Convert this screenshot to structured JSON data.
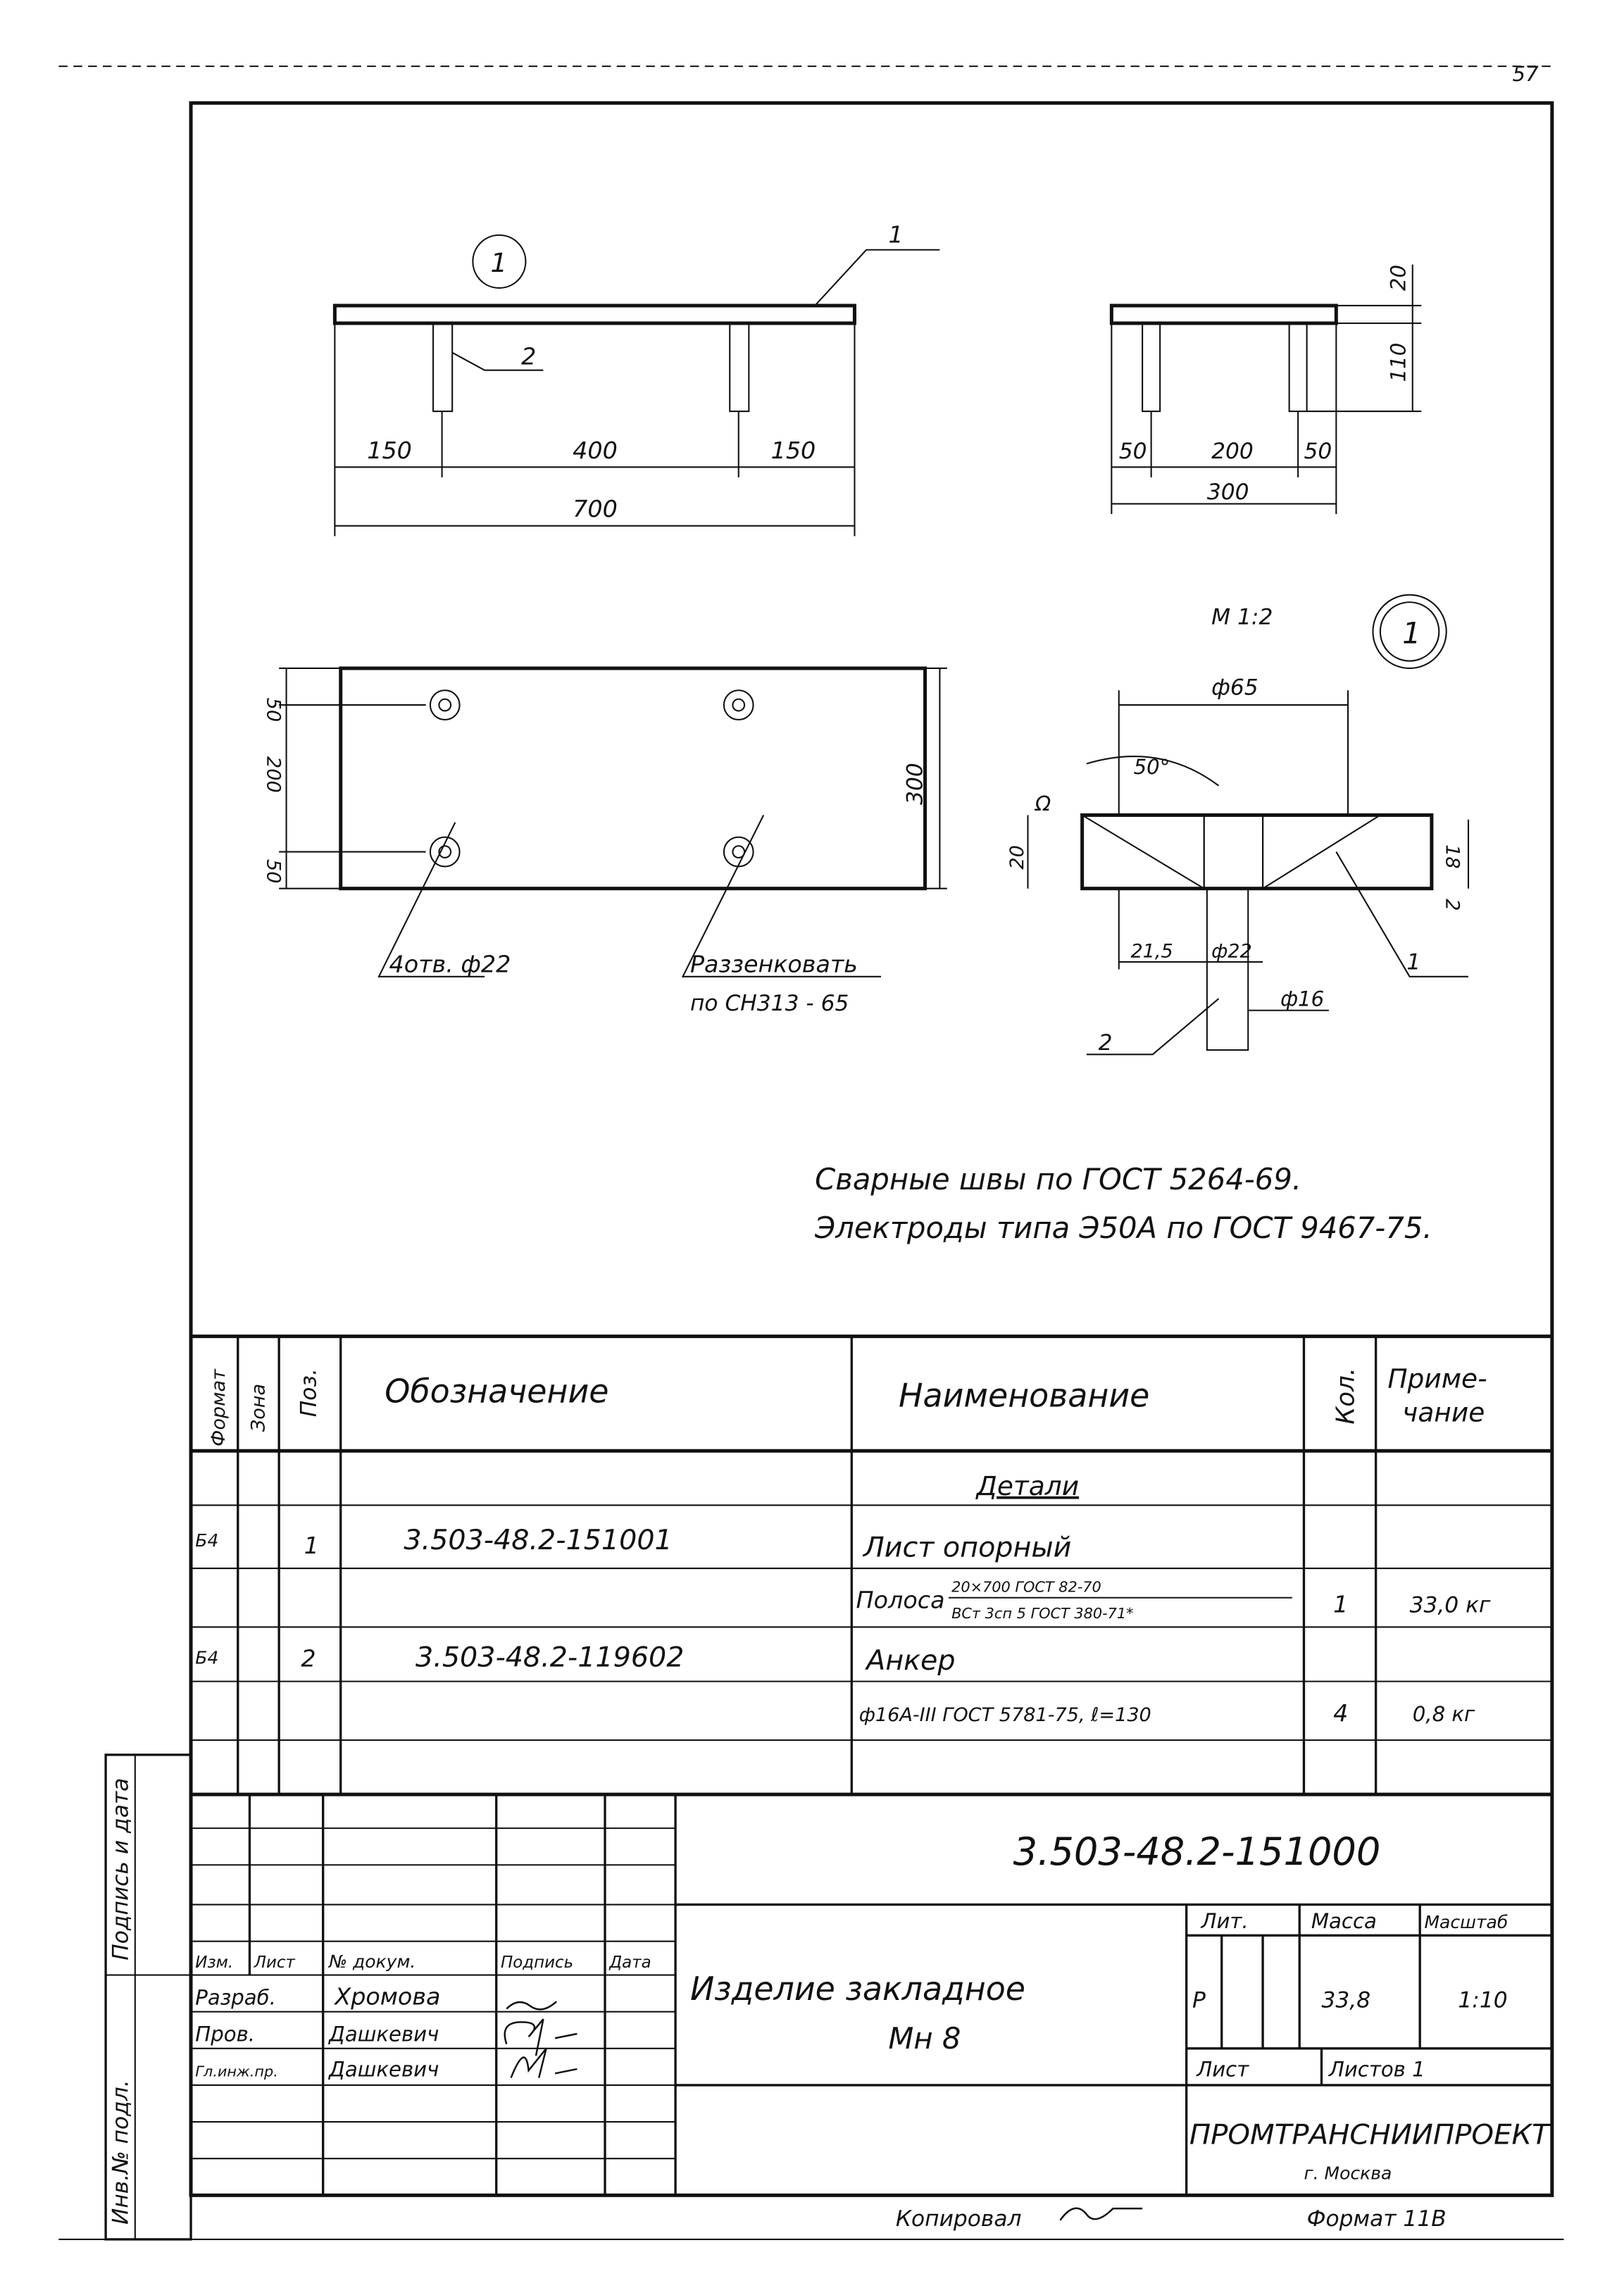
{
  "page_number": "57",
  "drawings": {
    "front_view": {
      "callout": "1",
      "leader_1": "1",
      "leader_2": "2",
      "dims": [
        "150",
        "400",
        "150",
        "700"
      ]
    },
    "side_view": {
      "dims": [
        "50",
        "200",
        "50",
        "300"
      ],
      "vertical_dims": [
        "20",
        "110"
      ]
    },
    "plan_view": {
      "dims_left": [
        "50",
        "200",
        "50"
      ],
      "dim_right": "300",
      "holes_note": "4отв. ф22",
      "countersink_note_1": "Раззенковать",
      "countersink_note_2": "по СН313 - 65"
    },
    "detail": {
      "scale": "М 1:2",
      "callout": "1",
      "d65": "ф65",
      "angle": "50°",
      "gap": "Ω",
      "h20": "20",
      "h18": "18",
      "h2": "2",
      "w21_5": "21,5",
      "d22": "ф22",
      "d16": "ф16",
      "leader_1": "1",
      "leader_2": "2"
    }
  },
  "notes": [
    "Сварные швы по ГОСТ 5264-69.",
    "Электроды типа Э50А по ГОСТ 9467-75."
  ],
  "spec_table": {
    "headers": {
      "format": "Формат",
      "zone": "Зона",
      "pos": "Поз.",
      "designation": "Обозначение",
      "name": "Наименование",
      "qty": "Кол.",
      "note_1": "Приме-",
      "note_2": "чание"
    },
    "section": "Детали",
    "rows": [
      {
        "format": "Б4",
        "pos": "1",
        "designation": "3.503-48.2-151001",
        "name": "Лист опорный",
        "qty": "",
        "note": ""
      },
      {
        "format": "",
        "pos": "",
        "designation": "",
        "name": "Полоса",
        "name_top": "20×700 ГОСТ 82-70",
        "name_bottom": "ВСт 3сп 5 ГОСТ 380-71*",
        "qty": "1",
        "note": "33,0 кг"
      },
      {
        "format": "Б4",
        "pos": "2",
        "designation": "3.503-48.2-119602",
        "name": "Анкер",
        "qty": "",
        "note": ""
      },
      {
        "format": "",
        "pos": "",
        "designation": "",
        "name": "ф16А-III ГОСТ 5781-75, ℓ=130",
        "qty": "4",
        "note": "0,8 кг"
      }
    ]
  },
  "title_block": {
    "document_number": "3.503-48.2-151000",
    "side_labels": [
      "Подпись и дата",
      "Инв.№ подл."
    ],
    "rev_headers": [
      "Изм.",
      "Лист",
      "№ докум.",
      "Подпись",
      "Дата"
    ],
    "people": [
      {
        "role": "Разраб.",
        "name": "Хромова"
      },
      {
        "role": "Пров.",
        "name": "Дашкевич"
      },
      {
        "role": "Гл.инж.пр.",
        "name": "Дашкевич"
      }
    ],
    "product_name_1": "Изделие закладное",
    "product_name_2": "Мн 8",
    "lit_label": "Лит.",
    "mass_label": "Масса",
    "scale_label": "Масштаб",
    "lit_value": "Р",
    "mass_value": "33,8",
    "scale_value": "1:10",
    "sheet_label": "Лист",
    "sheets_label": "Листов 1",
    "organization": "ПРОМТРАНСНИИПРОЕКТ",
    "city": "г. Москва"
  },
  "footer": {
    "copied": "Копировал",
    "format": "Формат 11В"
  }
}
